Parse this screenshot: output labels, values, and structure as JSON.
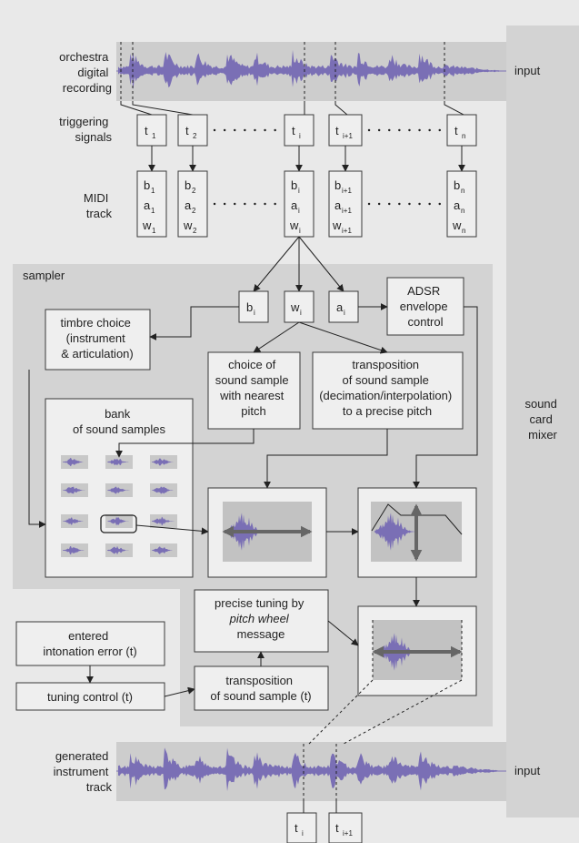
{
  "left_labels": {
    "orchestra": [
      "orchestra",
      "digital",
      "recording"
    ],
    "triggering": [
      "triggering",
      "signals"
    ],
    "midi": [
      "MIDI",
      "track"
    ],
    "generated": [
      "generated",
      "instrument",
      "track"
    ]
  },
  "input_label_top": "input",
  "input_label_bottom": "input",
  "sound_card_mixer": [
    "sound",
    "card",
    "mixer"
  ],
  "sampler_label": "sampler",
  "triggers": [
    {
      "main": "t",
      "sub": "1"
    },
    {
      "main": "t",
      "sub": "2"
    },
    {
      "main": "t",
      "sub": "i"
    },
    {
      "main": "t",
      "sub": "i+1"
    },
    {
      "main": "t",
      "sub": "n"
    }
  ],
  "midi_columns": [
    {
      "b": "1",
      "a": "1",
      "w": "1"
    },
    {
      "b": "2",
      "a": "2",
      "w": "2"
    },
    {
      "b": "i",
      "a": "i",
      "w": "i"
    },
    {
      "b": "i+1",
      "a": "i+1",
      "w": "i+1"
    },
    {
      "b": "n",
      "a": "n",
      "w": "n"
    }
  ],
  "midi_letters": {
    "b": "b",
    "a": "a",
    "w": "w"
  },
  "param_boxes": [
    {
      "main": "b",
      "sub": "i"
    },
    {
      "main": "w",
      "sub": "i"
    },
    {
      "main": "a",
      "sub": "i"
    }
  ],
  "adsr": [
    "ADSR",
    "envelope",
    "control"
  ],
  "timbre_choice": [
    "timbre choice",
    "(instrument",
    "& articulation)"
  ],
  "choice_sample": [
    "choice of",
    "sound sample",
    "with nearest",
    "pitch"
  ],
  "transposition": [
    "transposition",
    "of sound sample",
    "(decimation/interpolation)",
    "to a precise pitch"
  ],
  "bank": [
    "bank",
    "of sound samples"
  ],
  "precise_tuning": {
    "line1": "precise tuning by",
    "line2": "pitch wheel",
    "line3": "message"
  },
  "entered_error": [
    "entered",
    "intonation error (t)"
  ],
  "tuning_control": "tuning control (t)",
  "transposition_t": [
    "transposition",
    "of sound sample (t)"
  ],
  "bottom_triggers": [
    {
      "main": "t",
      "sub": "i"
    },
    {
      "main": "t",
      "sub": "i+1"
    }
  ],
  "colors": {
    "background": "#e9e9e9",
    "panel": "#d3d3d3",
    "box": "#efefef",
    "waveform": "#7a6fb5"
  }
}
